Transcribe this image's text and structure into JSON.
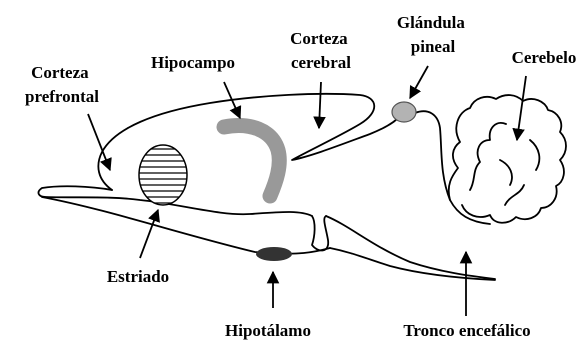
{
  "labels": {
    "corteza_prefrontal": [
      "Corteza",
      "prefrontal"
    ],
    "hipocampo": "Hipocampo",
    "corteza_cerebral": [
      "Corteza",
      "cerebral"
    ],
    "glandula_pineal": [
      "Glándula",
      "pineal"
    ],
    "cerebelo": "Cerebelo",
    "estriado": "Estriado",
    "hipotalamo": "Hipotálamo",
    "tronco_encefalico": "Tronco encefálico"
  },
  "colors": {
    "outline": "#000000",
    "hipocampo_fill": "#999999",
    "pineal_fill": "#b3b3b3",
    "hipotalamo_fill": "#333333",
    "estriado_hatch": "#000000"
  }
}
